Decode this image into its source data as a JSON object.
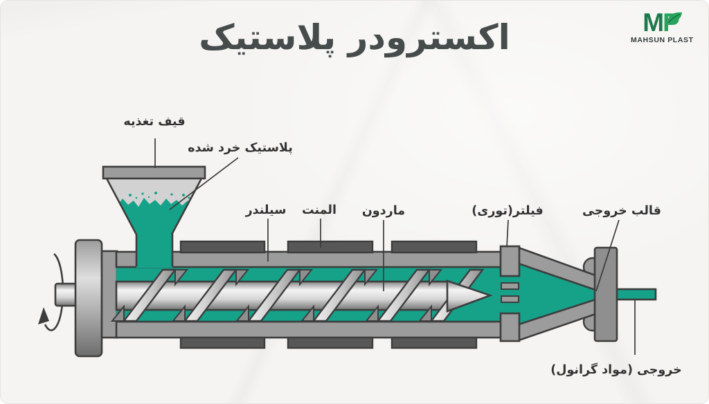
{
  "title": "اکسترودر پلاستیک",
  "logo": {
    "letter_m": "M",
    "letter_p": "P",
    "company": "MAHSUN PLAST"
  },
  "labels": {
    "hopper": "قیف تغذیه",
    "crushed_plastic": "پلاستیک خرد شده",
    "cylinder": "سیلندر",
    "element": "المنت",
    "screw": "ماردون",
    "filter": "فیلتر(توری)",
    "die": "قالب خروجی",
    "output": "خروجی (مواد گرانول)"
  },
  "colors": {
    "background": "#F5F4F2",
    "melt_teal": "#16A189",
    "machine_gray": "#9C9C9C",
    "heater_dark_gray": "#575757",
    "outline": "#3D3D3D",
    "hopper_light_gray": "#D2D2D2",
    "title_text": "#454C4B",
    "label_text": "#323232",
    "logo_green_dark": "#1C7A4D",
    "logo_green": "#27A35D"
  }
}
